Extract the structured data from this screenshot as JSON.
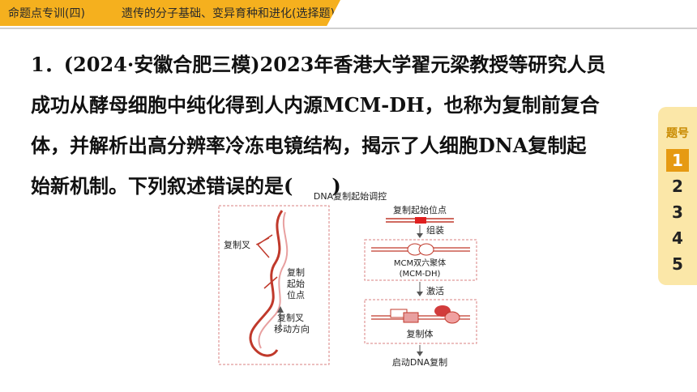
{
  "header": {
    "tag_left": "命题点专训(四)",
    "tag_title": "遗传的分子基础、变异育种和进化(选择题)"
  },
  "question": {
    "line1": "1．(2024·安徽合肥三模)2023年香港大学翟元梁教授等研究人员",
    "line2": "成功从酵母细胞中纯化得到人内源MCM-DH，也称为复制前复合",
    "line3": "体，并解析出高分辨率冷冻电镜结构，揭示了人细胞DNA复制起",
    "line4": "始新机制。下列叙述错误的是(　　)"
  },
  "figure": {
    "title": "DNA复制起始调控",
    "left": {
      "fork_label": "复制叉",
      "origin_label": [
        "复制",
        "起始",
        "位点"
      ],
      "direction_label": [
        "复制叉",
        "移动方向"
      ]
    },
    "right": {
      "origin": "复制起始位点",
      "assemble": "组装",
      "mcm_line1": "MCM双六聚体",
      "mcm_line2": "(MCM-DH)",
      "activate": "激活",
      "replisome": "复制体",
      "start": "启动DNA复制"
    }
  },
  "side_nav": {
    "header": "题号",
    "items": [
      "1",
      "2",
      "3",
      "4",
      "5"
    ],
    "active_index": 0
  },
  "colors": {
    "accent": "#f5b01e",
    "panel": "#fbe7a8",
    "active": "#e69a12",
    "figure_red": "#d23c3c"
  }
}
